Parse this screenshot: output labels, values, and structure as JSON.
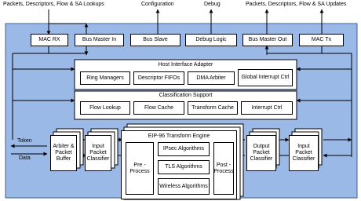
{
  "inputs_top": {
    "lookups": "Packets, Descriptors, Flow & SA Lookups",
    "configuration": "Configuration",
    "debug": "Debug",
    "updates": "Packets, Descriptors, Flow & SA Updates"
  },
  "top_row": {
    "mac_rx": "MAC RX",
    "bus_master_in": "Bus Master In",
    "bus_slave": "Bus Slave",
    "debug_logic": "Debug Logic",
    "bus_master_out": "Bus Master Out",
    "mac_tx": "MAC Tx"
  },
  "host_interface": {
    "title": "Host Interface Adapter",
    "ring_managers": "Ring Managers",
    "descriptor_fifos": "Descriptor FIFOs",
    "dma_arbiter": "DMA Arbiter",
    "global_interrupt": "Global Interrupt Ctrl"
  },
  "classification": {
    "title": "Classification Support",
    "flow_lookup": "Flow Lookup",
    "flow_cache": "Flow Cache",
    "transform_cache": "Transform Cache",
    "interrupt_ctrl": "Interrupt Ctrl"
  },
  "left_side": {
    "token": "Token",
    "data": "Data",
    "arbiter": "Arbiter & Packet Buffer",
    "input_classifier": "Input Packet Classifier"
  },
  "engine": {
    "title": "EIP-96 Transform Engine",
    "pre_process": "Pre - Process",
    "post_process": "Post - Process",
    "ipsec": "IPsec Algorithms",
    "tls": "TLS Algorithms",
    "wireless": "Wireless Algorithms"
  },
  "right_side": {
    "output_classifier": "Output Packet Classifier",
    "input_classifier": "Input Packet Classifier"
  },
  "colors": {
    "panel": "#9ab9e7",
    "panel_border": "#3f5f8f",
    "box": "#ffffff",
    "line": "#000000"
  }
}
